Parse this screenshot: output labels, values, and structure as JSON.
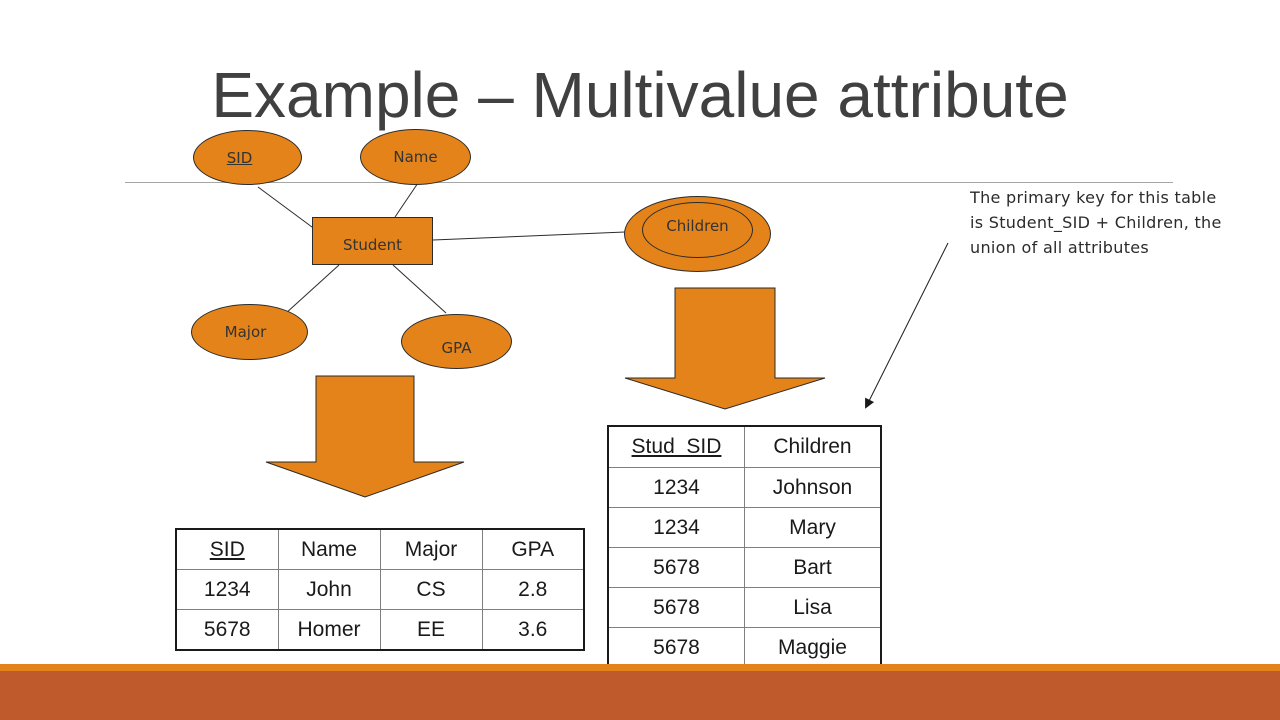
{
  "title": "Example – Multivalue attribute",
  "colors": {
    "accent_orange": "#e3831a",
    "footer_rust": "#bf5a2d",
    "outline": "#2b2b2b"
  },
  "er": {
    "entity": "Student",
    "attributes": {
      "sid": "SID",
      "name": "Name",
      "major": "Major",
      "gpa": "GPA",
      "children": "Children"
    }
  },
  "note": "The primary key for this table is Student_SID + Children, the union of all attributes",
  "student_table": {
    "headers": [
      "SID",
      "Name",
      "Major",
      "GPA"
    ],
    "rows": [
      [
        "1234",
        "John",
        "CS",
        "2.8"
      ],
      [
        "5678",
        "Homer",
        "EE",
        "3.6"
      ]
    ]
  },
  "children_table": {
    "headers": [
      "Stud_SID",
      "Children"
    ],
    "rows": [
      [
        "1234",
        "Johnson"
      ],
      [
        "1234",
        "Mary"
      ],
      [
        "5678",
        "Bart"
      ],
      [
        "5678",
        "Lisa"
      ],
      [
        "5678",
        "Maggie"
      ]
    ]
  }
}
